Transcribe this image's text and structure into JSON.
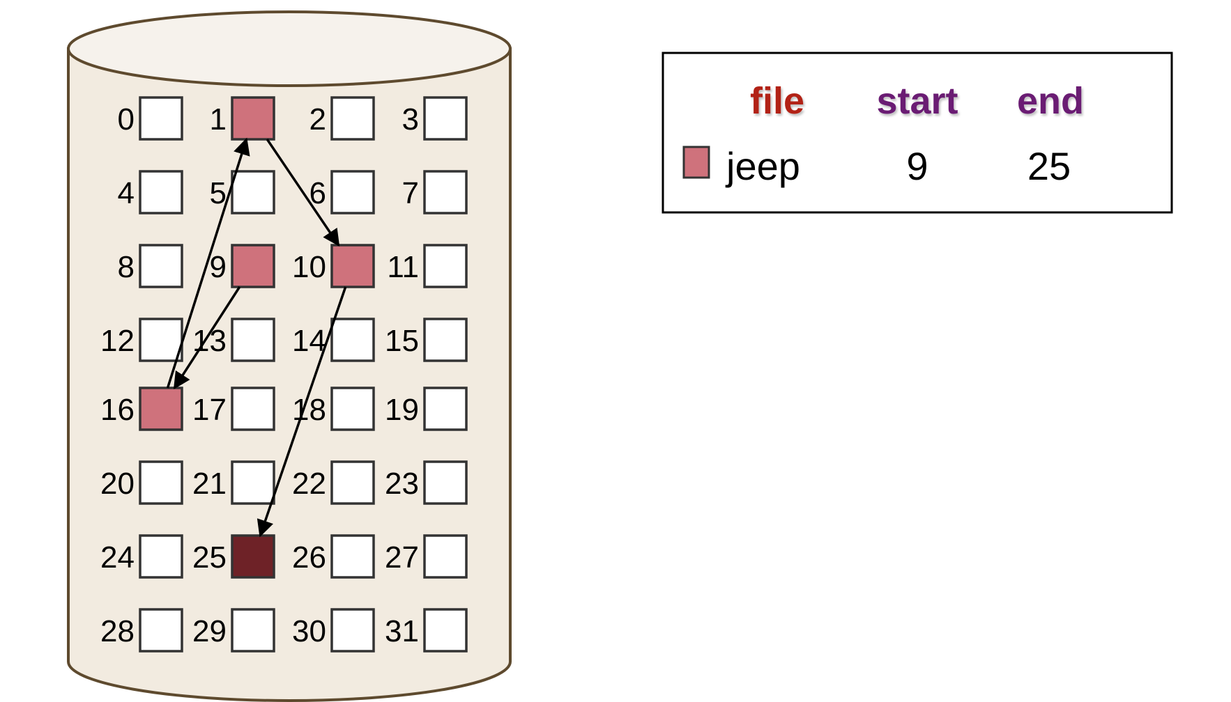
{
  "disk": {
    "blocks": [
      {
        "label": "0"
      },
      {
        "label": "1"
      },
      {
        "label": "2"
      },
      {
        "label": "3"
      },
      {
        "label": "4"
      },
      {
        "label": "5"
      },
      {
        "label": "6"
      },
      {
        "label": "7"
      },
      {
        "label": "8"
      },
      {
        "label": "9"
      },
      {
        "label": "10"
      },
      {
        "label": "11"
      },
      {
        "label": "12"
      },
      {
        "label": "13"
      },
      {
        "label": "14"
      },
      {
        "label": "15"
      },
      {
        "label": "16"
      },
      {
        "label": "17"
      },
      {
        "label": "18"
      },
      {
        "label": "19"
      },
      {
        "label": "20"
      },
      {
        "label": "21"
      },
      {
        "label": "22"
      },
      {
        "label": "23"
      },
      {
        "label": "24"
      },
      {
        "label": "25"
      },
      {
        "label": "26"
      },
      {
        "label": "27"
      },
      {
        "label": "28"
      },
      {
        "label": "29"
      },
      {
        "label": "30"
      },
      {
        "label": "31"
      }
    ],
    "file_blocks": [
      9,
      16,
      1,
      10,
      25
    ],
    "last_block": 25,
    "links": [
      [
        9,
        16
      ],
      [
        16,
        1
      ],
      [
        1,
        10
      ],
      [
        10,
        25
      ]
    ]
  },
  "table": {
    "headers": {
      "file": "file",
      "start": "start",
      "end": "end"
    },
    "row": {
      "name": "jeep",
      "start": "9",
      "end": "25"
    }
  },
  "colors": {
    "disk_fill": "#f2ebe0",
    "disk_top": "#f6f2ec",
    "disk_outline": "#5e4a2e",
    "block_empty": "#ffffff",
    "block_file": "#cf727c",
    "block_last": "#6e2227",
    "block_border": "#333333",
    "header_file": "#b22418",
    "header_start_end": "#6a1a73"
  }
}
